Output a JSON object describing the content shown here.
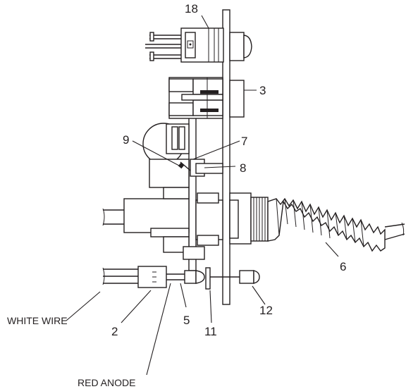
{
  "callouts": {
    "c18": "18",
    "c3": "3",
    "c9": "9",
    "c7": "7",
    "c8": "8",
    "c6": "6",
    "c2": "2",
    "c5": "5",
    "c11": "11",
    "c12": "12"
  },
  "wire_labels": {
    "white_wire": "WHITE WIRE",
    "red_anode": "RED ANODE"
  }
}
